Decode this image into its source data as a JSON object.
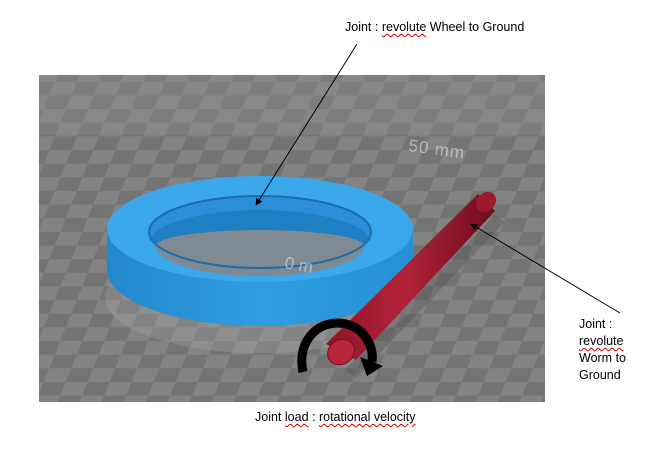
{
  "annotations": {
    "wheel_joint": {
      "prefix": "Joint : ",
      "type_word": "revolute",
      "suffix": " Wheel to Ground"
    },
    "worm_joint": {
      "line1": "Joint :",
      "line2": "revolute",
      "line3": "Worm to",
      "line4": "Ground"
    },
    "joint_load": {
      "word1": "Joint ",
      "word2": "load",
      "mid": " : ",
      "rest": "rotational velocity"
    }
  },
  "viewport": {
    "scale_label": "50 mm",
    "partial_label": "0 m"
  },
  "colors": {
    "viewport_bg": "#7a7a7a",
    "grid_dark": "#6e6e6e",
    "grid_light": "#888888",
    "wheel": "#2f9fe0",
    "wheel_dark": "#1d78b5",
    "wheel_inner": "#1a6fae",
    "worm": "#a51c30",
    "worm_dark": "#7a0f20",
    "arrow": "#000000"
  }
}
